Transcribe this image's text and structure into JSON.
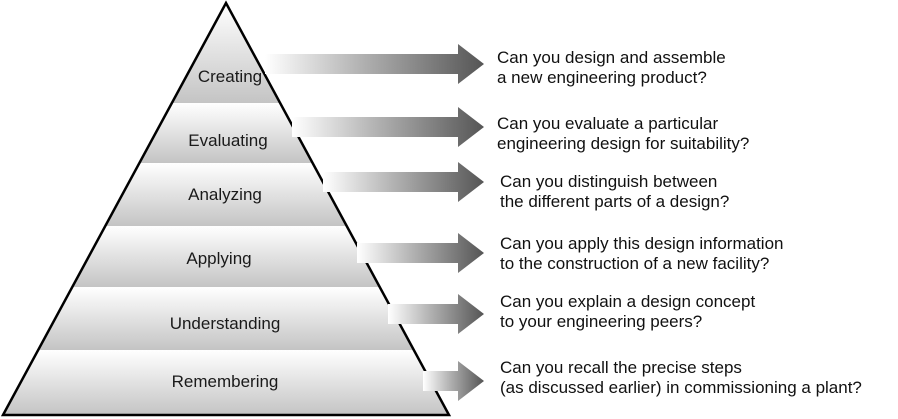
{
  "levels": [
    {
      "label": "Creating",
      "question": [
        "Can you design and assemble",
        "a new engineering product?"
      ]
    },
    {
      "label": "Evaluating",
      "question": [
        "Can you evaluate a particular",
        "engineering design for suitability?"
      ]
    },
    {
      "label": "Analyzing",
      "question": [
        "Can you distinguish between",
        "the different parts of a design?"
      ]
    },
    {
      "label": "Applying",
      "question": [
        "Can you apply this design information",
        "to the construction of a new facility?"
      ]
    },
    {
      "label": "Understanding",
      "question": [
        "Can you explain a design concept",
        "to your engineering peers?"
      ]
    },
    {
      "label": "Remembering",
      "question": [
        "Can you recall the precise steps",
        "(as discussed earlier) in commissioning a plant?"
      ]
    }
  ]
}
